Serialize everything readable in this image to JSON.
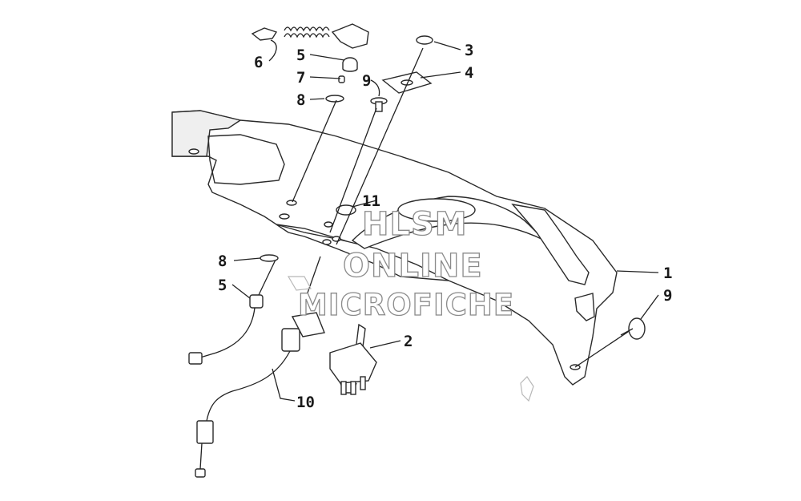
{
  "callouts": {
    "c1": "1",
    "c2": "2",
    "c3": "3",
    "c4": "4",
    "c5_top": "5",
    "c5_left": "5",
    "c6": "6",
    "c7": "7",
    "c8_top": "8",
    "c8_left": "8",
    "c9_top": "9",
    "c9_right": "9",
    "c10": "10",
    "c11": "11"
  },
  "watermark": {
    "line1": "HLSM",
    "line2": "ONLINE",
    "line3": "MICROFICHE"
  }
}
